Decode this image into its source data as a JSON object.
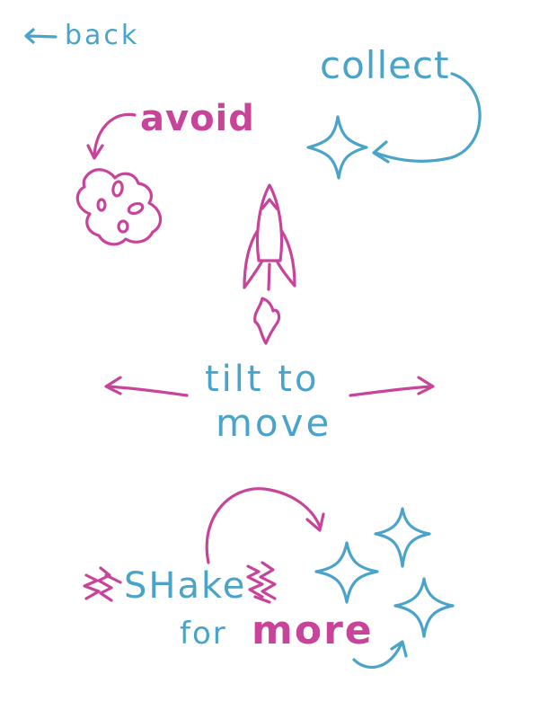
{
  "nav": {
    "back_label": "back"
  },
  "hints": {
    "collect_label": "collect",
    "avoid_label": "avoid",
    "tilt_line1": "tilt to",
    "tilt_line2": "move",
    "shake_label": "SHake",
    "for_label": "for",
    "more_label": "more"
  },
  "icons": {
    "back": "left-arrow",
    "star": "four-point-sparkle",
    "asteroid": "spotted-asteroid",
    "rocket": "rocket-with-flame"
  },
  "colors": {
    "blue": "#4aa3c8",
    "pink": "#c8449a",
    "background": "#ffffff"
  }
}
